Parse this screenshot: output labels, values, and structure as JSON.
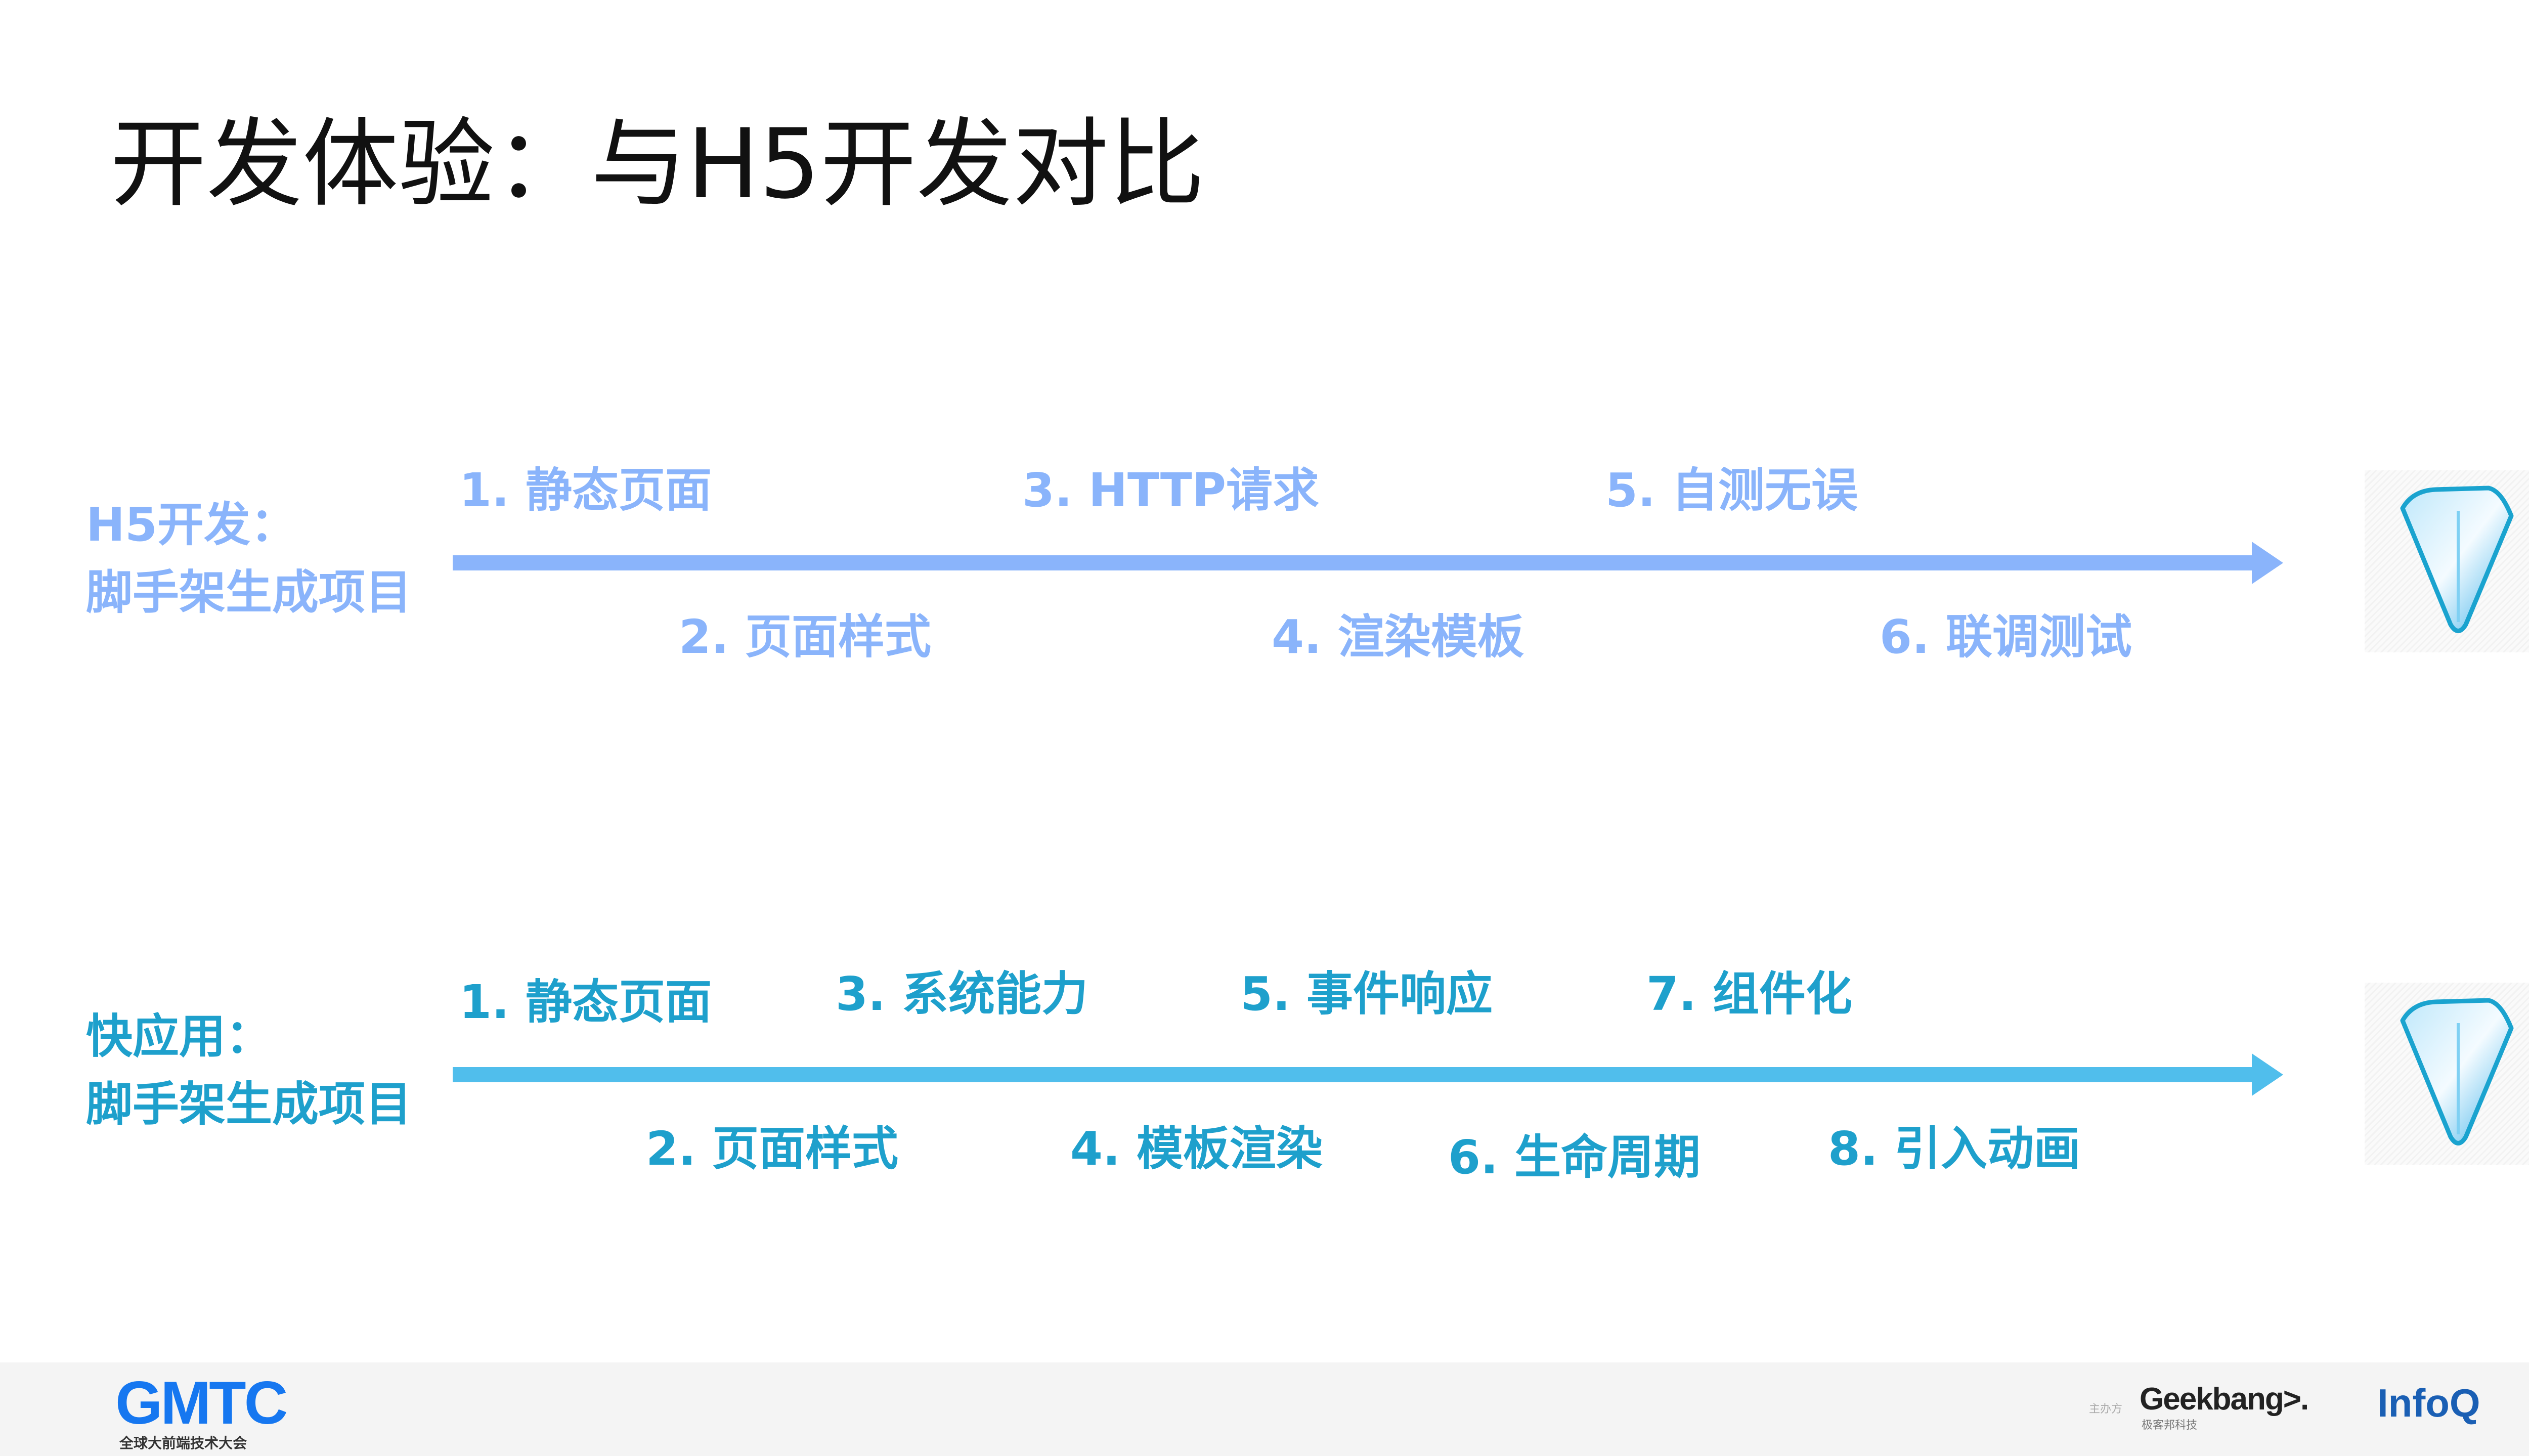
{
  "title": "开发体验：与H5开发对比",
  "colors": {
    "h5": "#8ab4fb",
    "quickapp_text": "#1ea0cc",
    "quickapp_bar": "#50beec"
  },
  "h5": {
    "label_line1": "H5开发：",
    "label_line2": "脚手架生成项目",
    "steps_top": [
      "1. 静态页面",
      "3. HTTP请求",
      "5. 自测无误"
    ],
    "steps_bottom": [
      "2. 页面样式",
      "4. 渲染模板",
      "6. 联调测试"
    ],
    "end_icon": "diamond-icon"
  },
  "quickapp": {
    "label_line1": "快应用：",
    "label_line2": "脚手架生成项目",
    "steps_top": [
      "1. 静态页面",
      "3. 系统能力",
      "5. 事件响应",
      "7. 组件化"
    ],
    "steps_bottom": [
      "2. 页面样式",
      "4. 模板渲染",
      "6. 生命周期",
      "8. 引入动画"
    ],
    "end_icon": "diamond-icon"
  },
  "footer": {
    "gmtc_logo": "GMTC",
    "gmtc_subtitle": "全球大前端技术大会",
    "organizer_label": "主办方",
    "geekbang_logo": "Geekbang>.",
    "geekbang_subtitle": "极客邦科技",
    "infoq_logo": "InfoQ"
  }
}
